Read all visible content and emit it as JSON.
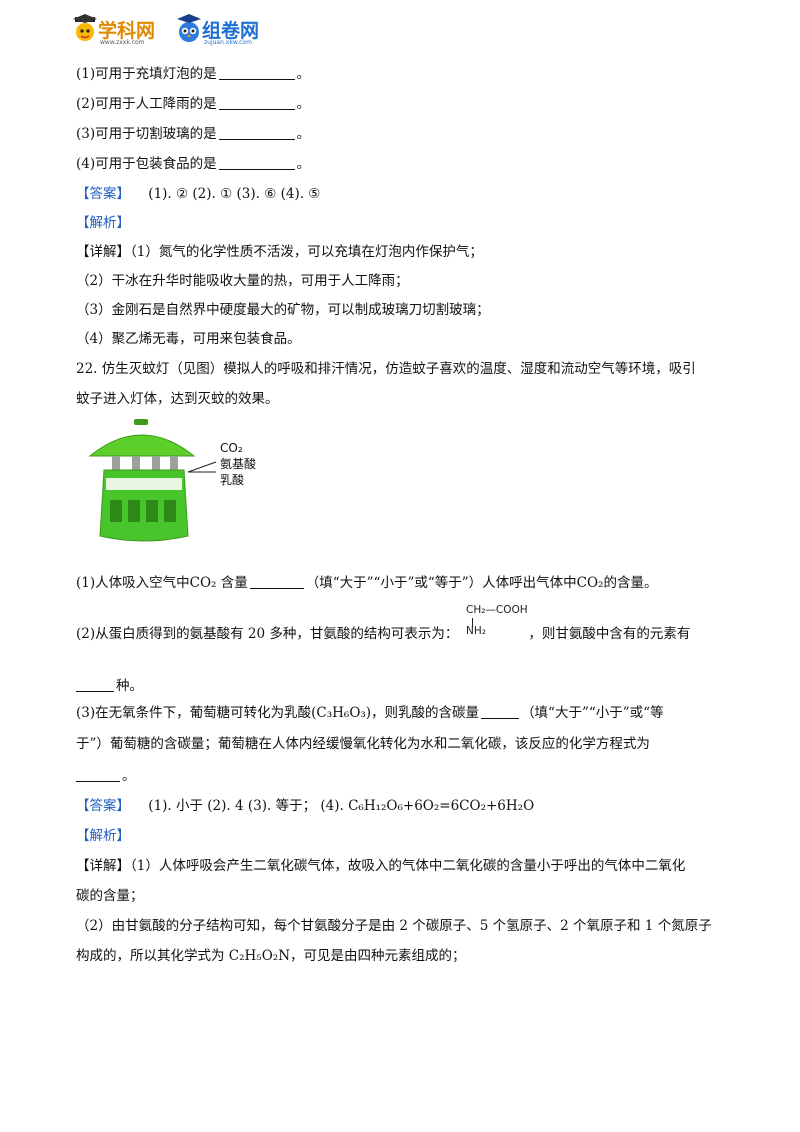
{
  "header": {
    "logo1_text": "学科网",
    "logo1_sub": "www.zxxk.com",
    "logo2_text": "组卷网",
    "logo2_sub": "zujuan.xkw.com"
  },
  "q21": {
    "items": [
      {
        "text": "(1)可用于充填灯泡的是",
        "end": "。"
      },
      {
        "text": "(2)可用于人工降雨的是",
        "end": "。"
      },
      {
        "text": "(3)可用于切割玻璃的是",
        "end": "。"
      },
      {
        "text": "(4)可用于包装食品的是",
        "end": "。"
      }
    ],
    "answer_label": "【答案】",
    "answer_text": "(1). ②    (2). ①    (3). ⑥    (4). ⑤",
    "analysis_label": "【解析】",
    "detail_label": "【详解】",
    "detail_lines": [
      "（1）氮气的化学性质不活泼，可以充填在灯泡内作保护气；",
      "（2）干冰在升华时能吸收大量的热，可用于人工降雨；",
      "（3）金刚石是自然界中硬度最大的矿物，可以制成玻璃刀切割玻璃；",
      "（4）聚乙烯无毒，可用来包装食品。"
    ]
  },
  "q22": {
    "stem_line1": "22. 仿生灭蚊灯（见图）模拟人的呼吸和排汗情况，仿造蚊子喜欢的温度、湿度和流动空气等环境，吸引",
    "stem_line2": "蚊子进入灯体，达到灭蚊的效果。",
    "figure_labels": [
      "CO₂",
      "氨基酸",
      "乳酸"
    ],
    "p1_a": "(1)人体吸入空气中CO₂   含量",
    "p1_b": "（填“大于”“小于”或“等于”）人体呼出气体中CO₂的含量。",
    "p2_a": "(2)从蛋白质得到的氨基酸有 20 多种，甘氨酸的结构可表示为：",
    "p2_b": "，则甘氨酸中含有的元素有",
    "formula_top": "CH₂—COOH",
    "formula_bottom": "NH₂",
    "p2_c": "种。",
    "p3_a": "(3)在无氧条件下，葡萄糖可转化为乳酸(C₃H₆O₃)，则乳酸的含碳量",
    "p3_b": "（填“大于”“小于”或“等",
    "p3_line2": "于”）葡萄糖的含碳量；葡萄糖在人体内经缓慢氧化转化为水和二氧化碳，该反应的化学方程式为",
    "p3_end": "。",
    "answer_label": "【答案】",
    "answer_text": "(1). 小于      (2). 4   (3). 等于；      (4). C₆H₁₂O₆+6O₂=6CO₂+6H₂O",
    "analysis_label": "【解析】",
    "detail_label": "【详解】",
    "detail_line1": "（1）人体呼吸会产生二氧化碳气体，故吸入的气体中二氧化碳的含量小于呼出的气体中二氧化",
    "detail_line2": "碳的含量；",
    "detail_line3": "（2）由甘氨酸的分子结构可知，每个甘氨酸分子是由 2 个碳原子、5 个氢原子、2 个氧原子和 1 个氮原子",
    "detail_line4": "构成的，所以其化学式为 C₂H₅O₂N，可见是由四种元素组成的；"
  }
}
